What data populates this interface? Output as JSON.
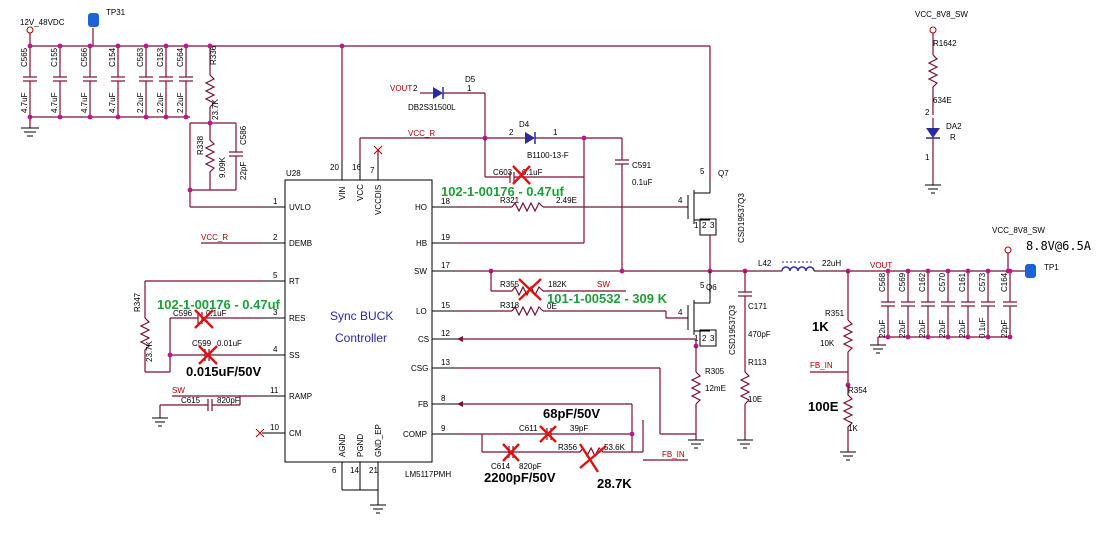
{
  "chip": {
    "ref": "U28",
    "part": "LM5117PMH",
    "title_line1": "Sync BUCK",
    "title_line2": "Controller",
    "left_pins": [
      {
        "num": "1",
        "name": "UVLO"
      },
      {
        "num": "2",
        "name": "DEMB"
      },
      {
        "num": "5",
        "name": "RT"
      },
      {
        "num": "3",
        "name": "RES"
      },
      {
        "num": "4",
        "name": "SS"
      },
      {
        "num": "11",
        "name": "RAMP"
      },
      {
        "num": "10",
        "name": "CM"
      }
    ],
    "right_pins": [
      {
        "num": "18",
        "name": "HO"
      },
      {
        "num": "19",
        "name": "HB"
      },
      {
        "num": "17",
        "name": "SW"
      },
      {
        "num": "15",
        "name": "LO"
      },
      {
        "num": "12",
        "name": "CS"
      },
      {
        "num": "13",
        "name": "CSG"
      },
      {
        "num": "8",
        "name": "FB"
      },
      {
        "num": "9",
        "name": "COMP"
      }
    ],
    "top_pins": [
      {
        "num": "20",
        "name": "VIN"
      },
      {
        "num": "16",
        "name": "VCC"
      },
      {
        "num": "7",
        "name": "VCCDIS"
      }
    ],
    "bottom_pins": [
      {
        "num": "6",
        "name": "AGND"
      },
      {
        "num": "14",
        "name": "PGND"
      },
      {
        "num": "21",
        "name": "GND_EP"
      }
    ]
  },
  "nets": {
    "vin": "12V_48VDC",
    "vout": "VOUT",
    "vcc_r": "VCC_R",
    "sw": "SW",
    "fb_in": "FB_IN",
    "vcc_8v8": "VCC_8V8_SW"
  },
  "test_points": {
    "tp31": "TP31",
    "tp1": "TP1"
  },
  "input_caps": [
    {
      "ref": "C565",
      "val": "4.7uF"
    },
    {
      "ref": "C155",
      "val": "4.7uF"
    },
    {
      "ref": "C566",
      "val": "4.7uF"
    },
    {
      "ref": "C154",
      "val": "4.7uF"
    },
    {
      "ref": "C563",
      "val": "2.2uF"
    },
    {
      "ref": "C153",
      "val": "2.2uF"
    },
    {
      "ref": "C564",
      "val": "2.2uF"
    }
  ],
  "output_caps": [
    {
      "ref": "C568",
      "val": "22uF"
    },
    {
      "ref": "C569",
      "val": "22uF"
    },
    {
      "ref": "C162",
      "val": "22uF"
    },
    {
      "ref": "C570",
      "val": "22uF"
    },
    {
      "ref": "C161",
      "val": "22uF"
    },
    {
      "ref": "C573",
      "val": "0.1uF"
    },
    {
      "ref": "C164",
      "val": "22pF"
    }
  ],
  "parts": {
    "r336": {
      "ref": "R336",
      "val": "23.7K"
    },
    "r338": {
      "ref": "R338",
      "val": "9.09K"
    },
    "c586": {
      "ref": "C586",
      "val": "22pF"
    },
    "d5": {
      "ref": "D5",
      "part": "DB2S31500L",
      "pin2": "2",
      "pin1": "1"
    },
    "d4": {
      "ref": "D4",
      "part": "B1100-13-F",
      "pin2": "2",
      "pin1": "1"
    },
    "c603": {
      "ref": "C603",
      "val": "0.1uF"
    },
    "r321": {
      "ref": "R321",
      "val": "2.49E"
    },
    "c591": {
      "ref": "C591",
      "val": "0.1uF"
    },
    "q7": {
      "ref": "Q7",
      "part": "CSD19537Q3",
      "pins": [
        "5",
        "4",
        "1",
        "2",
        "3"
      ]
    },
    "q6": {
      "ref": "Q6",
      "part": "CSD19537Q3",
      "pins": [
        "5",
        "4",
        "1",
        "2",
        "3"
      ]
    },
    "r355": {
      "ref": "R355",
      "val": "182K"
    },
    "r318": {
      "ref": "R318",
      "val": "0E"
    },
    "c171": {
      "ref": "C171",
      "val": "470pF"
    },
    "l42": {
      "ref": "L42",
      "val": "22uH"
    },
    "r113": {
      "ref": "R113",
      "val": "10E"
    },
    "r305": {
      "ref": "R305",
      "val": "12mE"
    },
    "r347": {
      "ref": "R347",
      "val": "23.7K"
    },
    "c596": {
      "ref": "C596",
      "val": "0.1uF"
    },
    "c599": {
      "ref": "C599",
      "val": "0.01uF"
    },
    "c615": {
      "ref": "C615",
      "val": "820pF"
    },
    "c611": {
      "ref": "C611",
      "val": "39pF"
    },
    "c614": {
      "ref": "C614",
      "val": "820pF"
    },
    "r356": {
      "ref": "R356",
      "val": "53.6K"
    },
    "r351": {
      "ref": "R351",
      "val": "10K"
    },
    "r354": {
      "ref": "R354",
      "val": "1K"
    },
    "r1642": {
      "ref": "R1642",
      "val": "634E"
    },
    "da2": {
      "ref": "DA2",
      "val": "R",
      "pin2": "2",
      "pin1": "1"
    }
  },
  "annotations": {
    "green_c603": "102-1-00176 - 0.47uf",
    "green_c596": "102-1-00176 - 0.47uf",
    "green_r355": "101-1-00532 - 309 K",
    "c599_new": "0.015uF/50V",
    "c611_new": "68pF/50V",
    "c614_new": "2200pF/50V",
    "r356_new": "28.7K",
    "r351_new": "1K",
    "r354_new": "100E",
    "output_spec": "8.8V@6.5A"
  }
}
